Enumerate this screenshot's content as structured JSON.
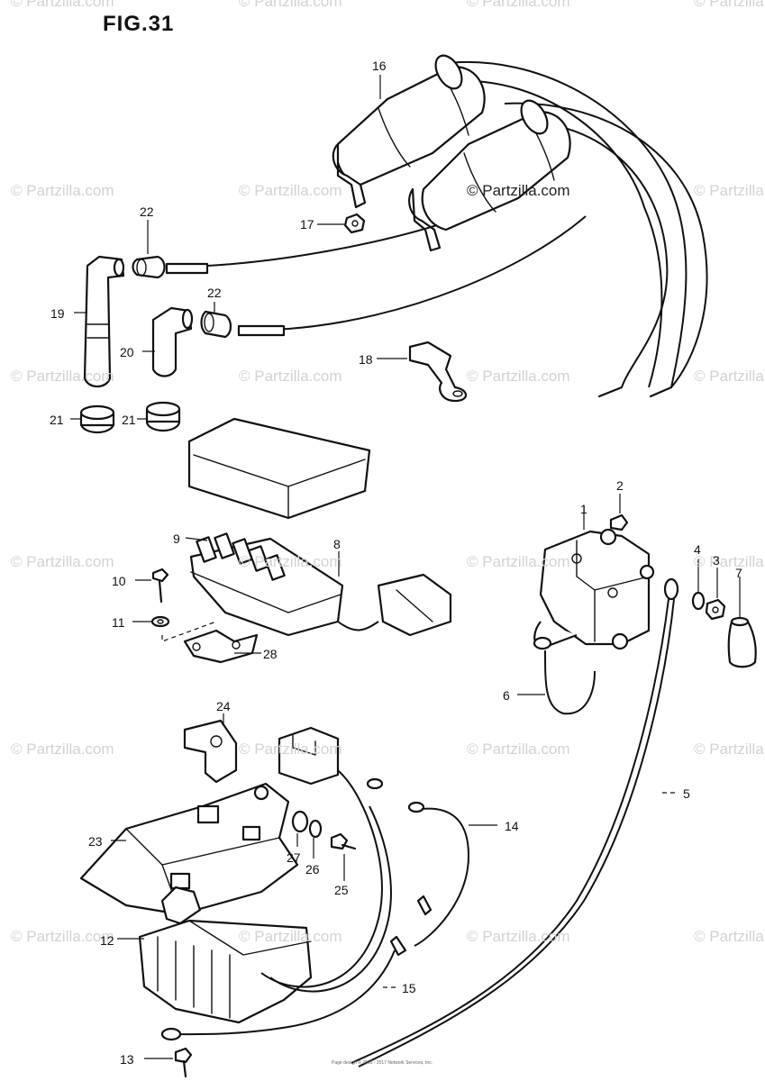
{
  "figure": {
    "title": "FIG.31"
  },
  "watermark": {
    "text": "© Partzilla.com"
  },
  "footnote": "Page design © 2001 - 2017 Network Services, Inc.",
  "callouts": {
    "c1": "1",
    "c2": "2",
    "c3": "3",
    "c4": "4",
    "c5": "5",
    "c6": "6",
    "c7": "7",
    "c8": "8",
    "c9": "9",
    "c10": "10",
    "c11": "11",
    "c12": "12",
    "c13": "13",
    "c14": "14",
    "c15": "15",
    "c16": "16",
    "c17": "17",
    "c18": "18",
    "c19": "19",
    "c20": "20",
    "c21a": "21",
    "c21b": "21",
    "c22a": "22",
    "c22b": "22",
    "c23": "23",
    "c24": "24",
    "c25": "25",
    "c26": "26",
    "c27": "27",
    "c28": "28"
  }
}
